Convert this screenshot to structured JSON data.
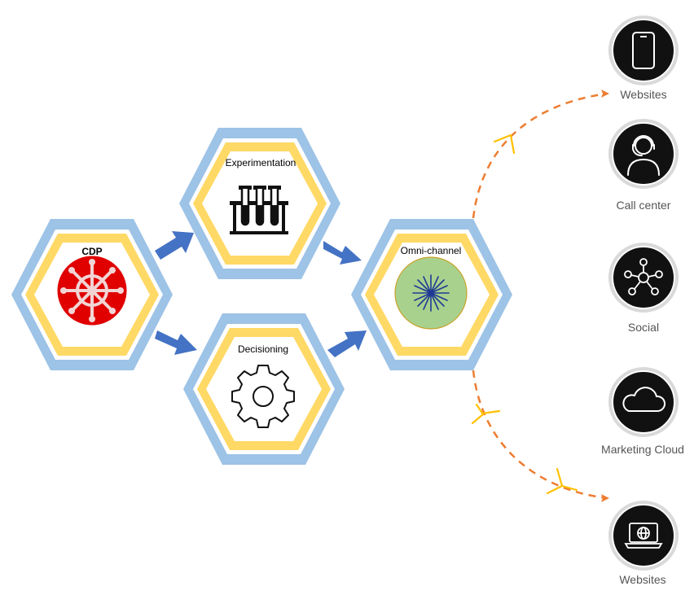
{
  "hexagons": {
    "cdp": {
      "label": "CDP"
    },
    "experimentation": {
      "label": "Experimentation"
    },
    "decisioning": {
      "label": "Decisioning"
    },
    "omni": {
      "label": "Omni-channel"
    }
  },
  "channels": [
    {
      "label": "Websites",
      "icon": "smartphone-icon"
    },
    {
      "label": "Call center",
      "icon": "headset-agent-icon"
    },
    {
      "label": "Social",
      "icon": "network-icon"
    },
    {
      "label": "Marketing Cloud",
      "icon": "cloud-icon"
    },
    {
      "label": "Websites",
      "icon": "laptop-globe-icon"
    }
  ],
  "colors": {
    "hex_outer": "#9DC3E6",
    "hex_inner": "#FFD966",
    "arrow_blue": "#4472C4",
    "cdp_red": "#E00000",
    "omni_green": "#A9D18E",
    "dashed_orange": "#ED7D31",
    "chevron_yellow": "#FFC000",
    "channel_ring": "#D9D9D9"
  }
}
